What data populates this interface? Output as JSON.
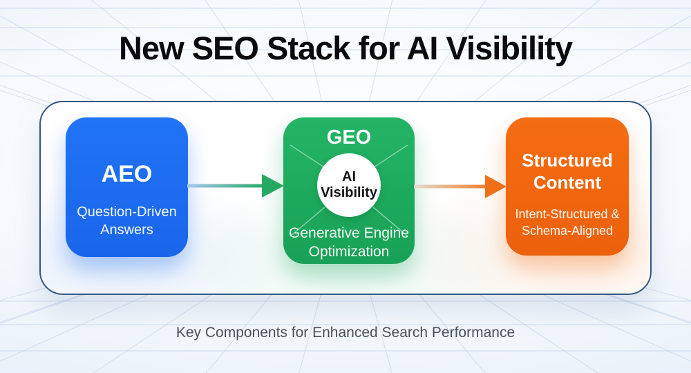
{
  "title": "New SEO Stack for AI Visibility",
  "caption": "Key Components for Enhanced Search Performance",
  "colors": {
    "aeo_card": "#1b6ef3",
    "geo_card": "#1fab5f",
    "structured_card": "#f2670f",
    "panel_border": "#35567f",
    "arrow_to_geo": "#27a963",
    "arrow_to_structured": "#f0701a",
    "title_text": "#0b0b0d",
    "caption_text": "#4a505a",
    "grid_line": "#a9c2e4"
  },
  "cards": [
    {
      "id": "aeo",
      "title": "AEO",
      "subtitle": "Question-Driven Answers"
    },
    {
      "id": "geo",
      "title": "GEO",
      "badge": "AI Visibility",
      "subtitle": "Generative Engine Optimization"
    },
    {
      "id": "structured-content",
      "title": "Structured Content",
      "subtitle": "Intent-Structured & Schema-Aligned"
    }
  ]
}
